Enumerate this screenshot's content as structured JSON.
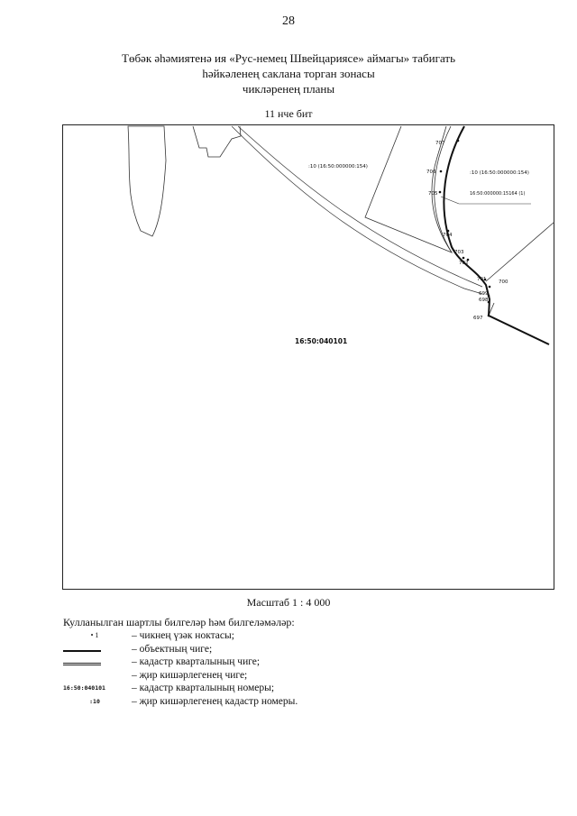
{
  "page_number": "28",
  "title": {
    "line1": "Төбәк әһәмиятенә ия «Рус-немец Швейцариясе» аймагы» табигать",
    "line2": "һәйкәленең саклана торган зонасы",
    "line3": "чикләренең планы"
  },
  "sheet_label": "11 нче бит",
  "map": {
    "quarter_number": "16:50:040101",
    "parcel_labels": [
      ":10 (16:50:000000:154)",
      ":10 (16:50:000000:154)",
      "16:50:000000:15164 (1)"
    ],
    "points": [
      "707",
      "706",
      "705",
      "704",
      "703",
      "702",
      "701",
      "700",
      "699",
      "698",
      "697"
    ]
  },
  "scale": "Масштаб 1 : 4 000",
  "legend": {
    "title": "Кулланылган шартлы билгеләр һәм билгеләмәләр:",
    "items": [
      {
        "symbol": "• 1",
        "text": "– чикнең үзәк ноктасы;"
      },
      {
        "symbol": "",
        "text": "– объектның чиге;"
      },
      {
        "symbol": "",
        "text": "– кадастр кварталының чиге;"
      },
      {
        "symbol": "",
        "text": "– җир кишәрлегенең чиге;"
      },
      {
        "symbol": "16:50:040101",
        "text": "– кадастр кварталының номеры;"
      },
      {
        "symbol": ":10",
        "text": "– җир кишәрлегенең кадастр номеры."
      }
    ]
  }
}
